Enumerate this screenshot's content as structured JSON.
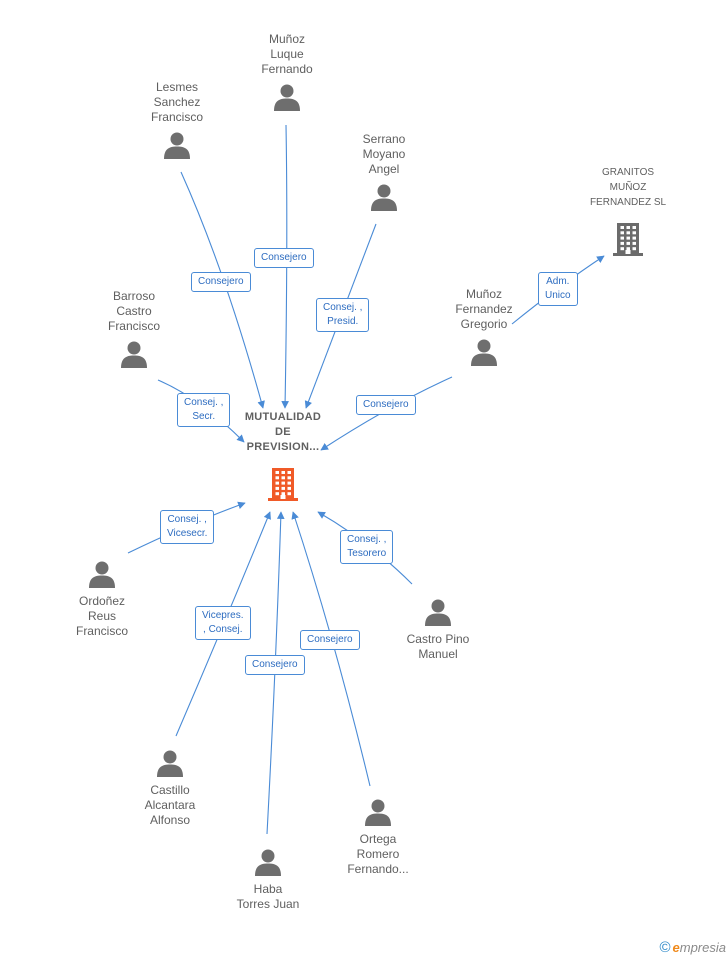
{
  "center": {
    "id": "center",
    "lines": [
      "MUTUALIDAD",
      "DE",
      "PREVISION..."
    ],
    "color": "#f05a28"
  },
  "company": {
    "id": "granitos",
    "lines": [
      "GRANITOS",
      "MUÑOZ",
      "FERNANDEZ SL"
    ],
    "color": "#6b6b6b"
  },
  "people": [
    {
      "id": "munoz_luque",
      "lines": [
        "Muñoz",
        "Luque",
        "Fernando"
      ]
    },
    {
      "id": "lesmes",
      "lines": [
        "Lesmes",
        "Sanchez",
        "Francisco"
      ]
    },
    {
      "id": "serrano",
      "lines": [
        "Serrano",
        "Moyano",
        "Angel"
      ]
    },
    {
      "id": "barroso",
      "lines": [
        "Barroso",
        "Castro",
        "Francisco"
      ]
    },
    {
      "id": "munoz_fernandez",
      "lines": [
        "Muñoz",
        "Fernandez",
        "Gregorio"
      ]
    },
    {
      "id": "ordonez",
      "lines": [
        "Ordoñez",
        "Reus",
        "Francisco"
      ]
    },
    {
      "id": "castro_pino",
      "lines": [
        "Castro Pino",
        "Manuel"
      ]
    },
    {
      "id": "castillo",
      "lines": [
        "Castillo",
        "Alcantara",
        "Alfonso"
      ]
    },
    {
      "id": "ortega",
      "lines": [
        "Ortega",
        "Romero",
        "Fernando..."
      ]
    },
    {
      "id": "haba",
      "lines": [
        "Haba",
        "Torres Juan"
      ]
    }
  ],
  "edges": [
    {
      "from": "munoz_luque",
      "to": "center",
      "label": [
        "Consejero"
      ]
    },
    {
      "from": "lesmes",
      "to": "center",
      "label": [
        "Consejero"
      ]
    },
    {
      "from": "serrano",
      "to": "center",
      "label": [
        "Consej. ,",
        "Presid."
      ]
    },
    {
      "from": "barroso",
      "to": "center",
      "label": [
        "Consej. ,",
        "Secr."
      ]
    },
    {
      "from": "munoz_fernandez",
      "to": "center",
      "label": [
        "Consejero"
      ]
    },
    {
      "from": "munoz_fernandez",
      "to": "granitos",
      "label": [
        "Adm.",
        "Unico"
      ]
    },
    {
      "from": "ordonez",
      "to": "center",
      "label": [
        "Consej. ,",
        "Vicesecr."
      ]
    },
    {
      "from": "castro_pino",
      "to": "center",
      "label": [
        "Consej. ,",
        "Tesorero"
      ]
    },
    {
      "from": "castillo",
      "to": "center",
      "label": [
        "Vicepres.",
        ", Consej."
      ]
    },
    {
      "from": "ortega",
      "to": "center",
      "label": [
        "Consejero"
      ]
    },
    {
      "from": "haba",
      "to": "center",
      "label": [
        "Consejero"
      ]
    }
  ],
  "colors": {
    "edge": "#4a8bd6",
    "person_icon": "#6e6e6e",
    "label_text": "#2d6cc0"
  },
  "brand": {
    "symbol": "©",
    "initial": "e",
    "rest": "mpresia"
  }
}
